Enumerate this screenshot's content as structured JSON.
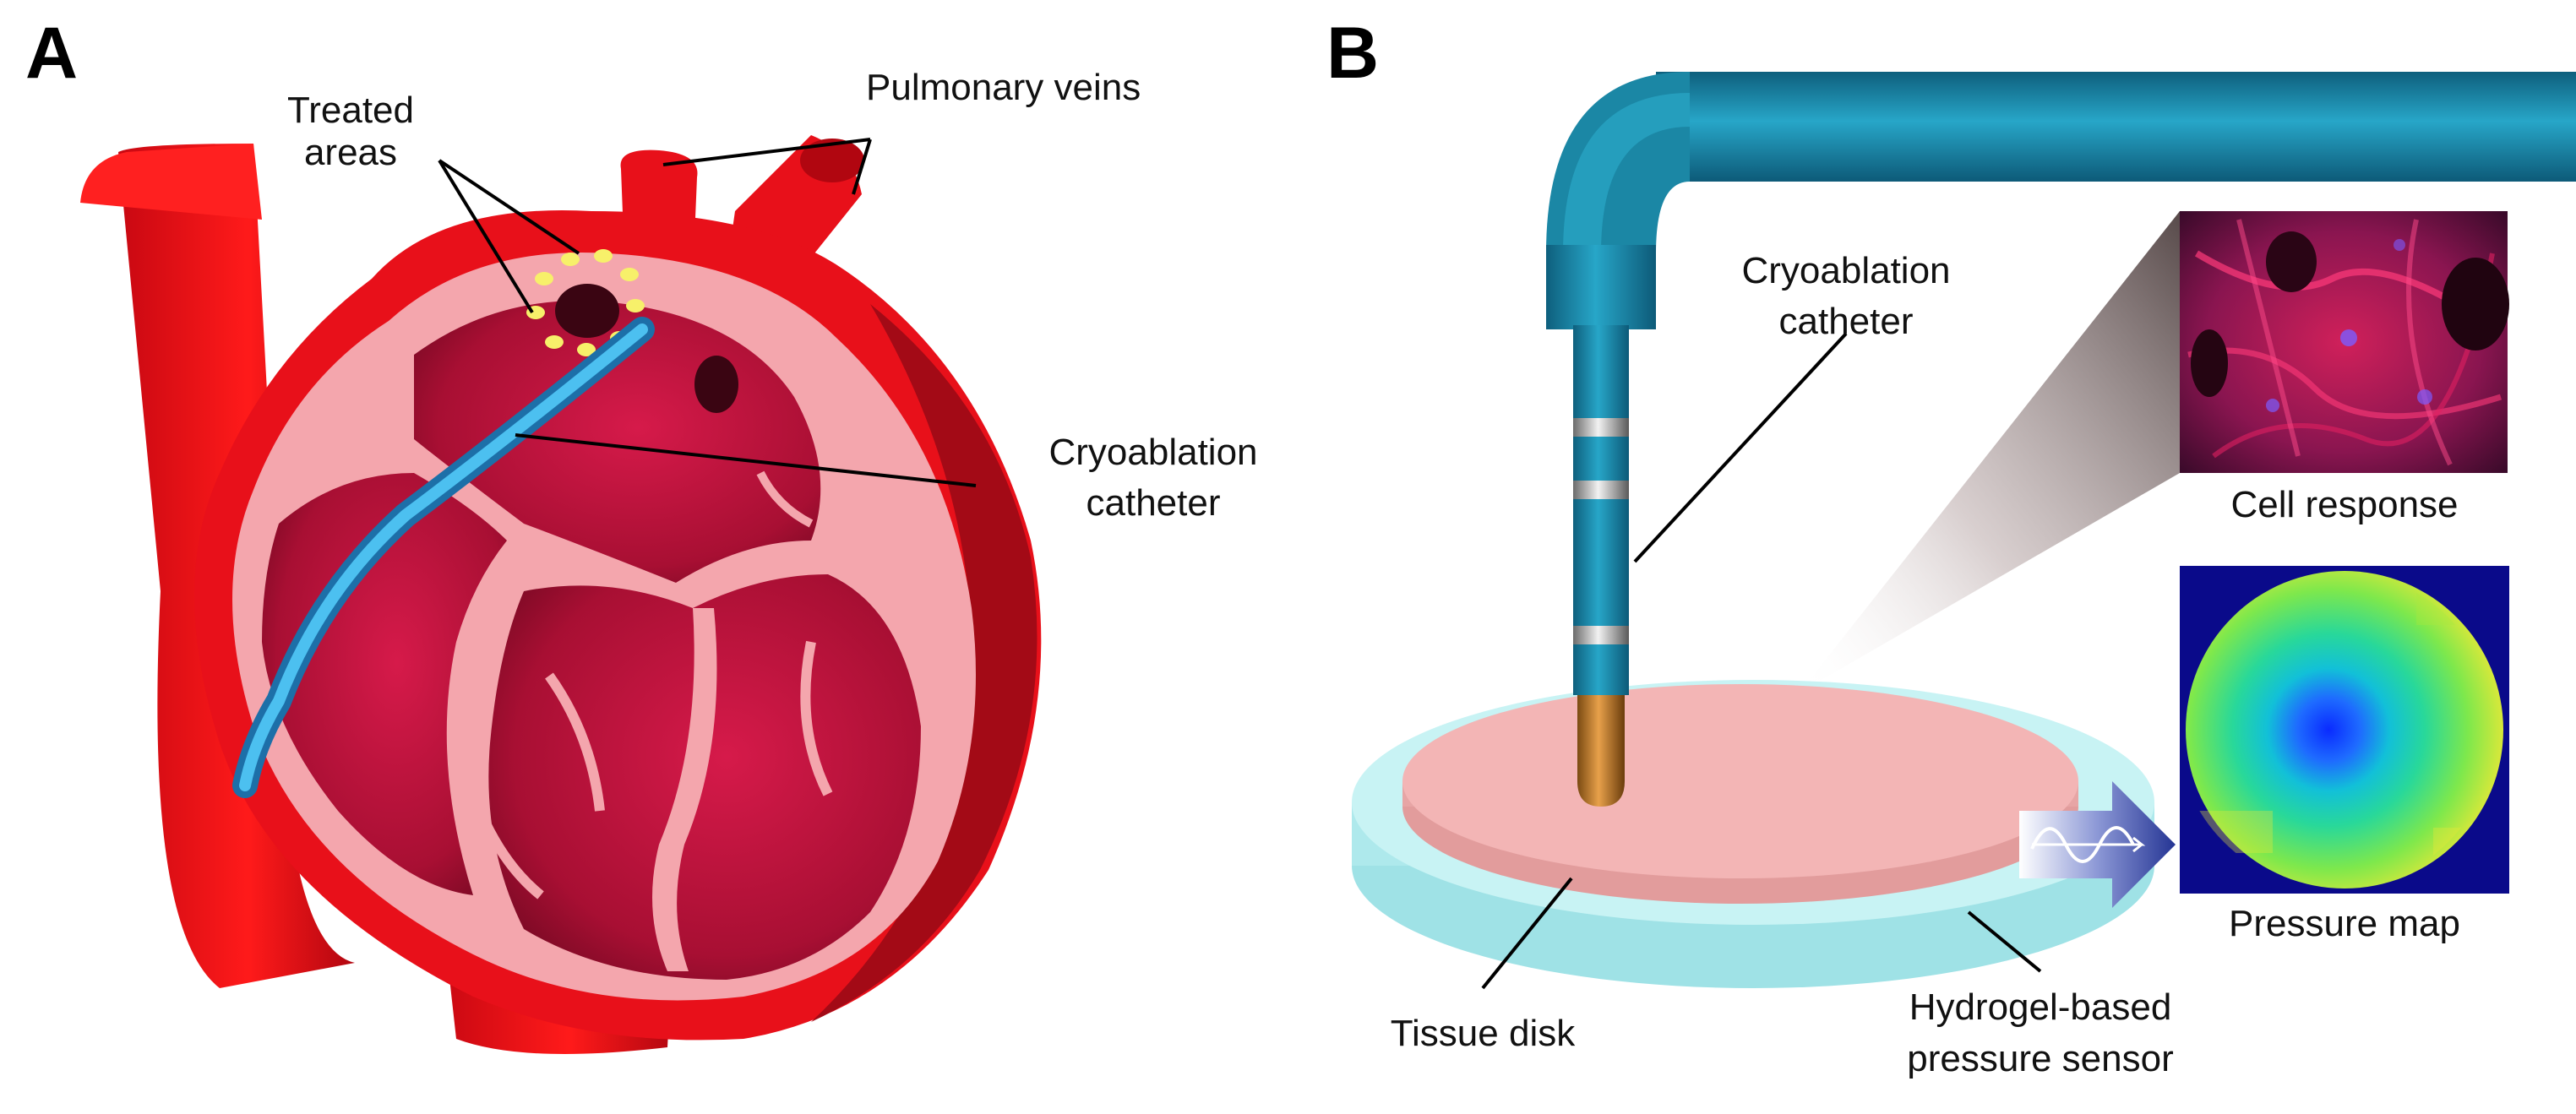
{
  "panel_a": {
    "letter": "A",
    "labels": {
      "treated_line1": "Treated",
      "treated_line2": "areas",
      "pulmonary_veins": "Pulmonary veins",
      "cryo_line1": "Cryoablation",
      "cryo_line2": "catheter"
    }
  },
  "panel_b": {
    "letter": "B",
    "labels": {
      "cryo_line1": "Cryoablation",
      "cryo_line2": "catheter",
      "cell_response": "Cell response",
      "pressure_map": "Pressure map",
      "tissue_disk": "Tissue disk",
      "hydrogel_line1": "Hydrogel-based",
      "hydrogel_line2": "pressure sensor"
    }
  },
  "colors": {
    "heart_red": "#e8101a",
    "heart_dark": "#9a0a1e",
    "chamber": "#b3123a",
    "pink_wall": "#f4a6ad",
    "catheter_blue": "#2a9fd8",
    "device_teal": "#1b87a5",
    "tissue_pink": "#f2b3b3",
    "hydrogel_cyan": "#b9eef0",
    "arrow_blue": "#2a3a9e",
    "treated_yellow": "#f7f06a"
  }
}
